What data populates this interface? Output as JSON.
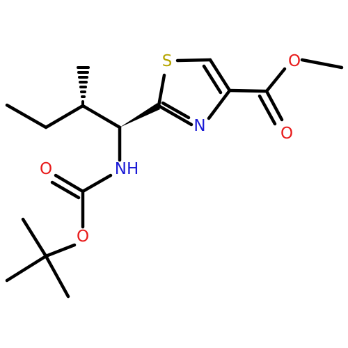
{
  "molecule": {
    "atoms": {
      "sulfur": "S",
      "thiazole_nitrogen": "N",
      "amine_nh": "NH",
      "ester_ether_oxygen": "O",
      "ester_carbonyl_oxygen": "O",
      "carbamate_carbonyl_oxygen": "O",
      "carbamate_ether_oxygen": "O"
    },
    "colors": {
      "sulfur": "#b5a500",
      "nitrogen": "#1a1ad6",
      "oxygen": "#e81b1b",
      "bond": "#000000"
    }
  }
}
